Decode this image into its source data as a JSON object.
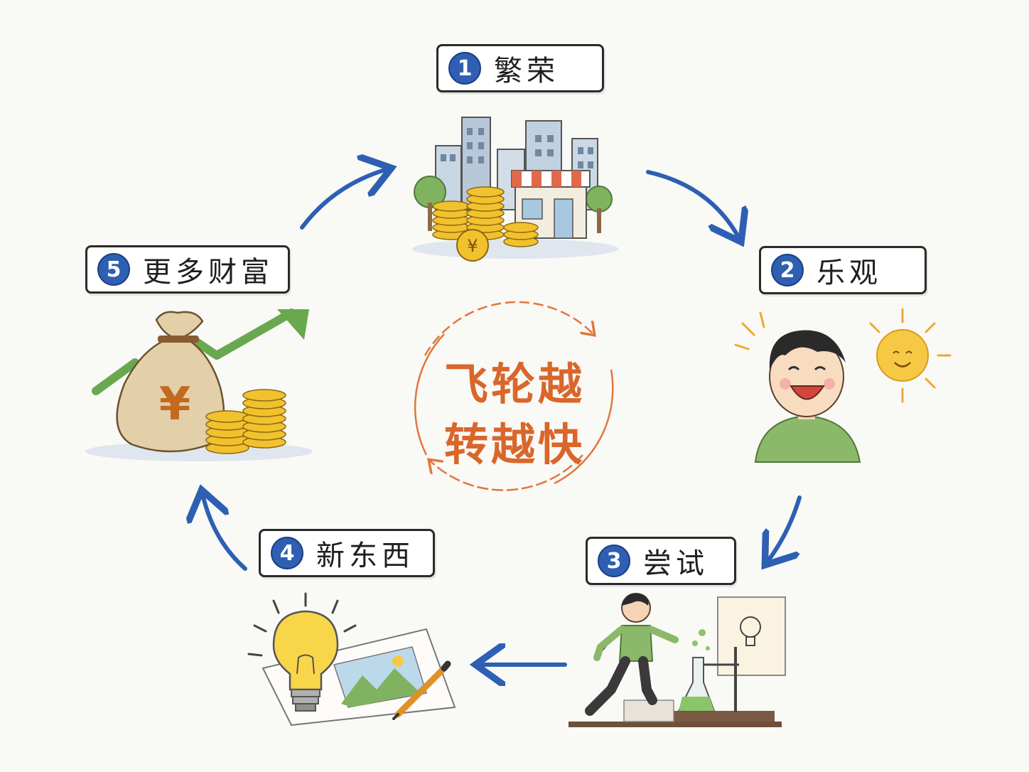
{
  "center": {
    "line1": "飞轮越",
    "line2": "转越快"
  },
  "steps": [
    {
      "number": "1",
      "label": "繁荣"
    },
    {
      "number": "2",
      "label": "乐观"
    },
    {
      "number": "3",
      "label": "尝试"
    },
    {
      "number": "4",
      "label": "新东西"
    },
    {
      "number": "5",
      "label": "更多财富"
    }
  ],
  "coin_symbol": "¥",
  "colors": {
    "arrow": "#2e5fb3",
    "badge": "#2e5fb3",
    "center_text": "#d9662a",
    "coin": "#f2c12e",
    "plant_green": "#6aa84f"
  },
  "icons": {
    "step1": "city-prosperity-icon",
    "step2": "happy-person-sun-icon",
    "step3": "person-experiment-icon",
    "step4": "lightbulb-sketch-icon",
    "step5": "money-bag-growth-icon"
  }
}
